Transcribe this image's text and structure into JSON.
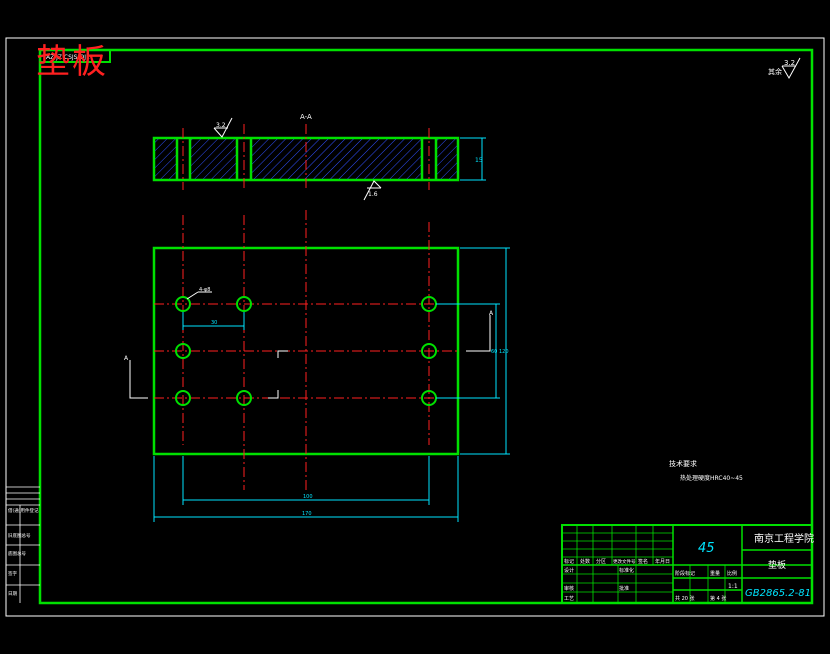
{
  "stamp_text": "垫板",
  "corner_note": "AZ·JZ·CSJS-DJL",
  "roughness_other": {
    "prefix": "其余",
    "value": "3.2"
  },
  "section_label": "A-A",
  "roughness_top": "3.2",
  "roughness_bottom": "1.6",
  "thickness_dim": "15",
  "hole_callout": "4-φ8",
  "dim_pitch_x": "30",
  "dim_overall_h": "120",
  "dim_inner_h": "60",
  "dim_mid_w": "100",
  "dim_overall_w": "170",
  "view_marker": "A",
  "tech_req": {
    "title": "技术要求",
    "line1": "热处理硬度HRC40~45"
  },
  "title_block": {
    "material": "45",
    "school": "南京工程学院",
    "part_name": "垫板",
    "drawing_no": "GB2865.2-81",
    "row_labels": [
      "标记",
      "处数",
      "分区",
      "更改文件号",
      "签名",
      "年月日"
    ],
    "design": "设计",
    "review": "审核",
    "process": "工艺",
    "std": "标准化",
    "approve": "批准",
    "stage": "阶段标记",
    "weight": "重量",
    "scale": "比例",
    "scale_value": "1:1",
    "sheet_total": "共 20 张",
    "sheet_no": "第 4 张"
  },
  "left_strip": [
    "借(通)用件登记",
    "旧底图总号",
    "底图总号",
    "签字",
    "日期"
  ]
}
